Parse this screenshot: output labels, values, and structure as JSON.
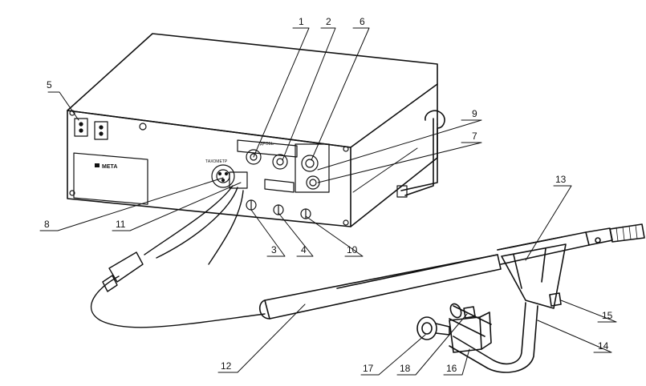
{
  "diagram": {
    "callouts": [
      "1",
      "2",
      "3",
      "4",
      "5",
      "6",
      "7",
      "8",
      "9",
      "10",
      "11",
      "12",
      "13",
      "14",
      "15",
      "16",
      "17",
      "18"
    ],
    "panel_labels": {
      "group_top": "ДРОБЬ",
      "tachometer": "ТАХОМЕТР",
      "logo": "МЕТА"
    }
  }
}
